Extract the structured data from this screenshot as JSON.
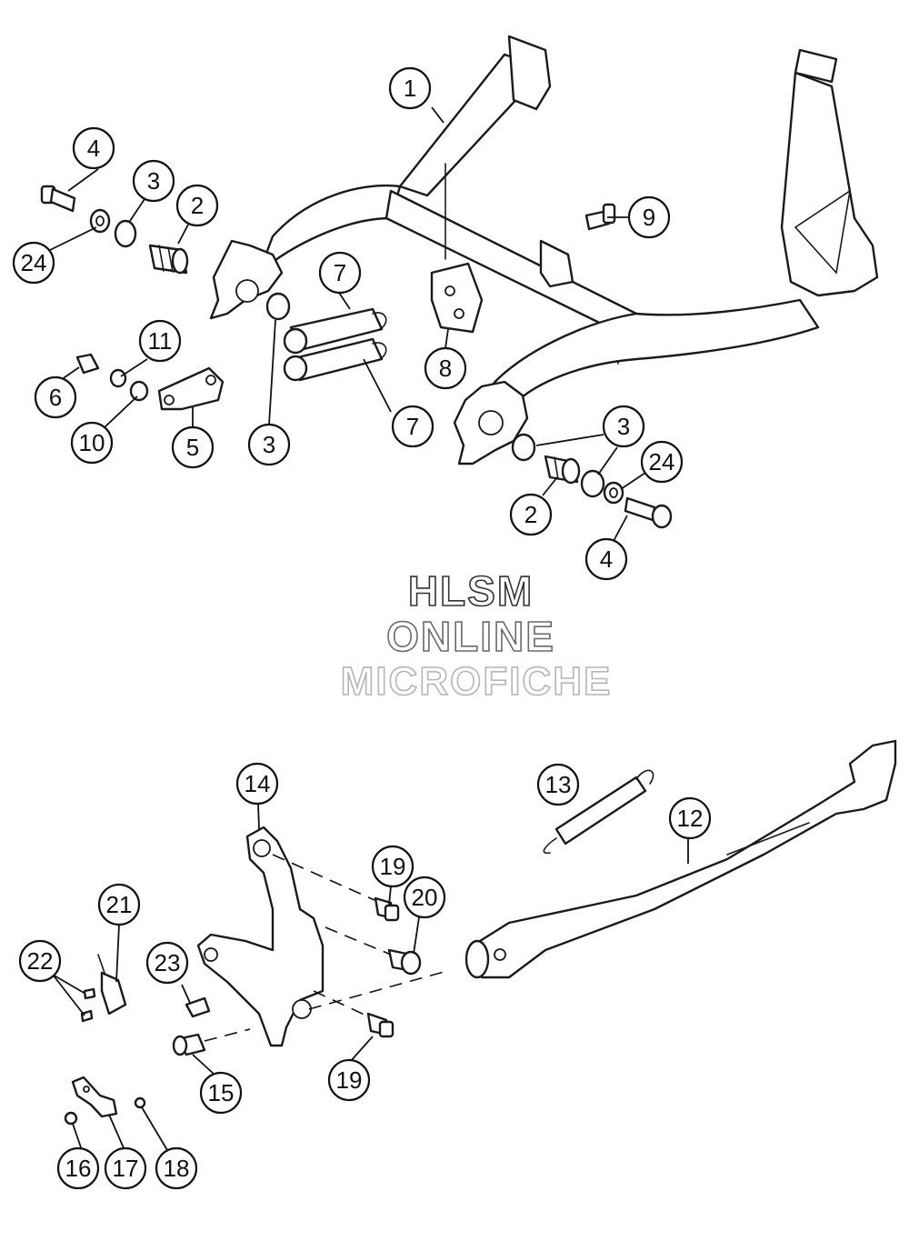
{
  "watermark": {
    "line1": "HLSM",
    "line2": "ONLINE",
    "line3": "MICROFICHE"
  },
  "callouts": {
    "c1": "1",
    "c2a": "2",
    "c2b": "2",
    "c3a": "3",
    "c3b": "3",
    "c3c": "3",
    "c4a": "4",
    "c4b": "4",
    "c5": "5",
    "c6": "6",
    "c7a": "7",
    "c7b": "7",
    "c8": "8",
    "c9": "9",
    "c10": "10",
    "c11": "11",
    "c12": "12",
    "c13": "13",
    "c14": "14",
    "c15": "15",
    "c16": "16",
    "c17": "17",
    "c18": "18",
    "c19a": "19",
    "c19b": "19",
    "c20": "20",
    "c21": "21",
    "c22": "22",
    "c23": "23",
    "c24a": "24",
    "c24b": "24"
  }
}
